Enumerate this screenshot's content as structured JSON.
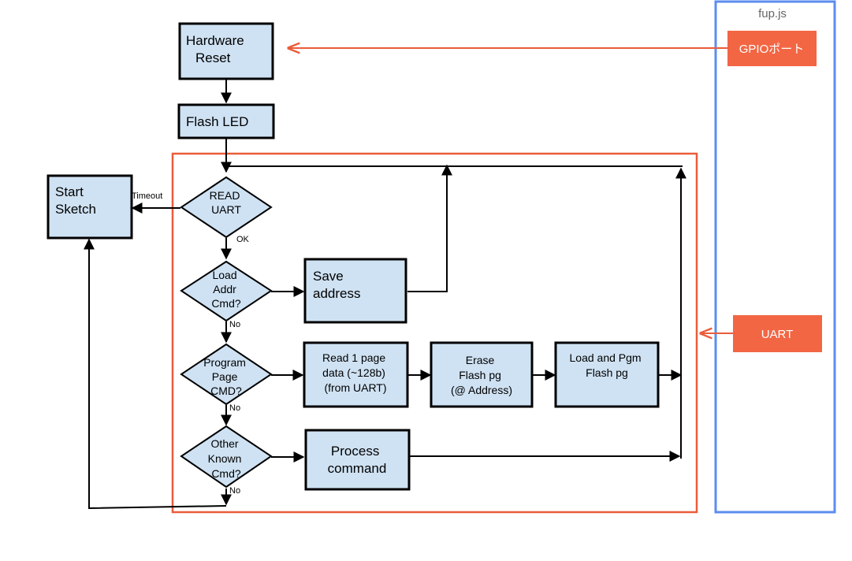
{
  "diagram": {
    "colors": {
      "box_fill": "#cfe2f3",
      "box_stroke": "#000000",
      "bootloader_frame": "#ea5c3a",
      "side_panel_frame": "#5b8def",
      "tag_fill": "#f26644"
    },
    "nodes": {
      "hardware_reset": [
        "Hardware",
        "Reset"
      ],
      "flash_led": [
        "Flash LED"
      ],
      "start_sketch": [
        "Start",
        "Sketch"
      ],
      "read_uart": [
        "READ",
        "UART"
      ],
      "load_addr_cmd": [
        "Load",
        "Addr",
        "Cmd?"
      ],
      "save_address": [
        "Save",
        "address"
      ],
      "program_page_cmd": [
        "Program",
        "Page",
        "CMD?"
      ],
      "read_page": [
        "Read 1 page",
        "data (~128b)",
        "(from UART)"
      ],
      "erase_flash": [
        "Erase",
        "Flash pg",
        "(@ Address)"
      ],
      "load_pgm_flash": [
        "Load and Pgm",
        "Flash pg"
      ],
      "other_known_cmd": [
        "Other",
        "Known",
        "Cmd?"
      ],
      "process_command": [
        "Process",
        "command"
      ]
    },
    "edge_labels": {
      "timeout": "Timeout",
      "ok": "OK",
      "no_1": "No",
      "no_2": "No",
      "no_3": "No"
    },
    "side_panel": {
      "title": "fup.js",
      "gpio_tag": "GPIOポート",
      "uart_tag": "UART"
    }
  }
}
